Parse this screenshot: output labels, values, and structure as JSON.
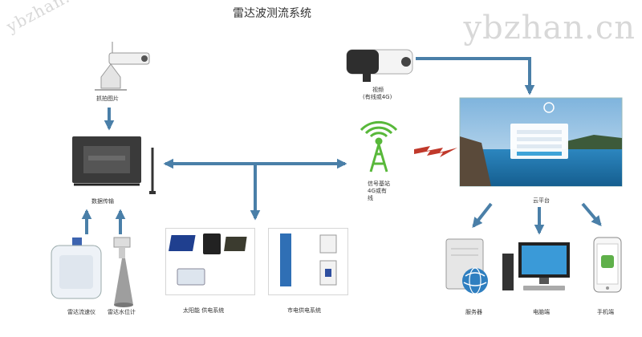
{
  "title": "雷达波测流系统",
  "watermark": "ybzhan.cn",
  "labels": {
    "capture_image": "抓拍图片",
    "camera_line1": "视频",
    "camera_line2": "(有线或4G)",
    "signal_line1": "信号基站",
    "signal_line2": "4G或有",
    "signal_line3": "线",
    "data_transfer": "数据传输",
    "cloud": "云平台",
    "radar_flow": "雷达流速仪",
    "radar_level": "雷达水位计",
    "solar": "太阳能 供电系统",
    "mains": "市电供电系统",
    "server": "服务器",
    "pc": "电脑端",
    "mobile": "手机端"
  },
  "colors": {
    "arrow": "#4a7fa8",
    "tower": "#58b83a",
    "lightning": "#c0392b",
    "sky": "#6aa6d6",
    "sea": "#1f6fa7"
  }
}
